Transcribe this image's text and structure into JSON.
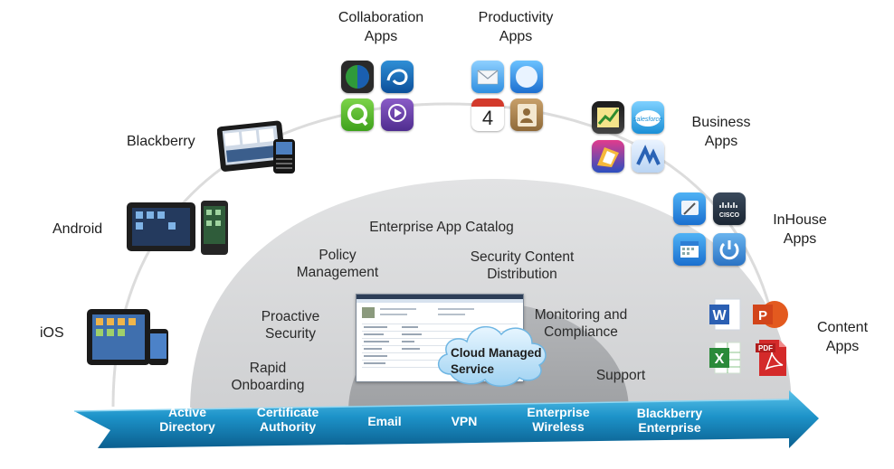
{
  "app_categories": {
    "collaboration": "Collaboration\nApps",
    "productivity": "Productivity\nApps",
    "business": "Business\nApps",
    "inhouse": "InHouse\nApps",
    "content": "Content\nApps"
  },
  "platforms": {
    "blackberry": "Blackberry",
    "android": "Android",
    "ios": "iOS"
  },
  "dome": {
    "catalog": "Enterprise App Catalog",
    "policy": "Policy\nManagement",
    "security_content": "Security Content\nDistribution",
    "proactive": "Proactive\nSecurity",
    "monitoring": "Monitoring and\nCompliance",
    "rapid": "Rapid\nOnboarding",
    "support": "Support",
    "cloud": "Cloud Managed\nService"
  },
  "bar_items": {
    "ad": "Active\nDirectory",
    "ca": "Certificate\nAuthority",
    "email": "Email",
    "vpn": "VPN",
    "wireless": "Enterprise\nWireless",
    "bbe": "Blackberry\nEnterprise"
  },
  "calendar_icon": {
    "day": "4"
  },
  "colors": {
    "dome_outer": "#d4d5d7",
    "dome_inner": "#a9abae",
    "arrow_blue": "#1a8fc4",
    "arc": "#d9d9d9"
  }
}
